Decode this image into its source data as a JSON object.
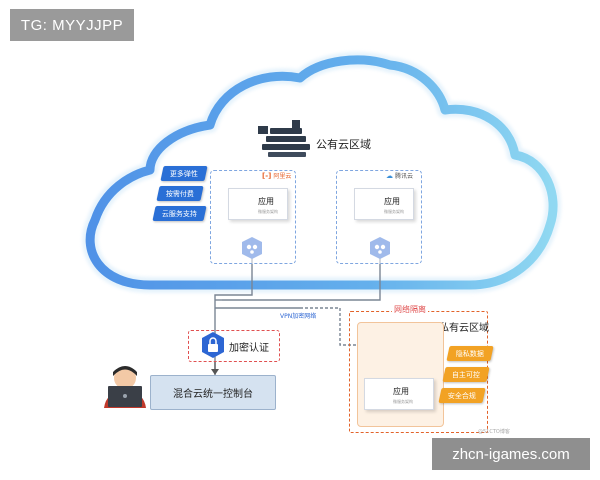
{
  "overlay": {
    "top_left_badge": "TG: MYYJJPP",
    "bottom_right_watermark": "zhcn-igames.com"
  },
  "public_cloud": {
    "title": "公有云区域",
    "features": [
      "更多弹性",
      "按需付费",
      "云服务支持"
    ],
    "vendor_left": "阿里云",
    "vendor_right": "腾讯云",
    "app_label": "应用",
    "app_sublabel": "微服务架构"
  },
  "link": {
    "vpn_label": "VPN加密网络"
  },
  "encryption": {
    "label": "加密认证"
  },
  "console": {
    "label": "混合云统一控制台"
  },
  "private_cloud": {
    "isolation_label": "网络隔离",
    "title": "私有云区域",
    "app_label": "应用",
    "app_sublabel": "微服务架构",
    "features": [
      "隐私数据",
      "自主可控",
      "安全合规"
    ],
    "small_caption": "@51CTO博客"
  },
  "colors": {
    "cloud_gradient_start": "#1f6fe0",
    "cloud_gradient_end": "#7fd8f0",
    "feature_blue": "#2a6fd6",
    "feature_orange": "#f2a224",
    "icon_blue": "#2d66d3",
    "isolation_red": "#e05050"
  }
}
